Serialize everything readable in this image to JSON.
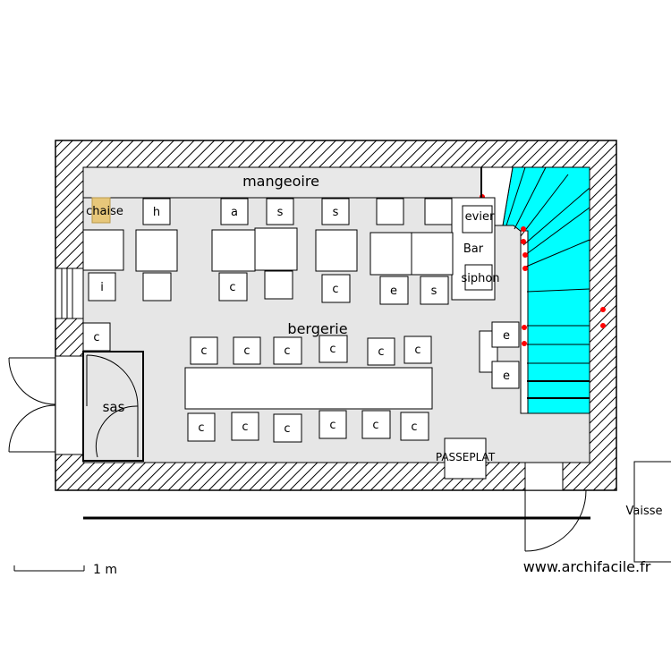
{
  "labels": {
    "mangeoire": "mangeoire",
    "bergerie": "bergerie",
    "sas": "sas",
    "chaise": "chaise",
    "bar": "Bar",
    "evier": "evier",
    "siphon": "siphon",
    "passeplat": "PASSEPLAT",
    "vaisse": "Vaisse",
    "scale": "1 m",
    "watermark": "www.archifacile.fr"
  },
  "furniture_letters": {
    "h": "h",
    "a": "a",
    "s": "s",
    "i": "i",
    "c": "c",
    "e": "e"
  },
  "colors": {
    "wall_hatch": "#000000",
    "floor": "#e6e6e6",
    "stairs": "#00ffff",
    "marker": "#ff0000",
    "furniture": "#ffffff"
  }
}
